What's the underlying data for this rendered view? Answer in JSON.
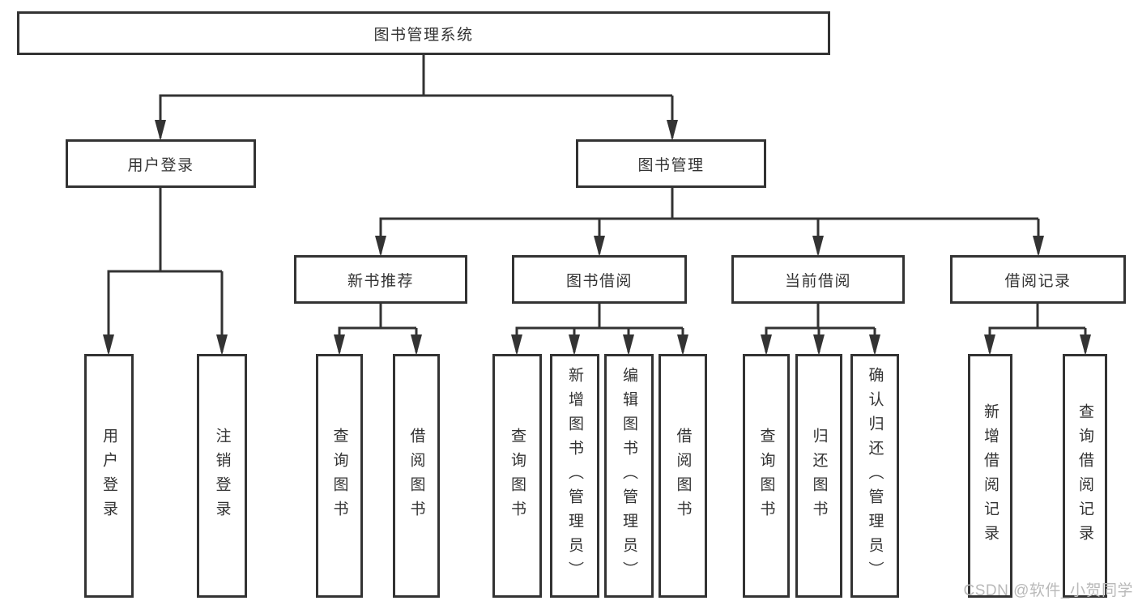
{
  "diagram": {
    "type": "hierarchy-chart",
    "line_color": "#333333",
    "box_background": "#ffffff",
    "text_color": "#333333"
  },
  "tree": {
    "root": {
      "label": "图书管理系统",
      "children": [
        {
          "label": "用户登录",
          "children": [
            {
              "label": "用户登录"
            },
            {
              "label": "注销登录"
            }
          ]
        },
        {
          "label": "图书管理",
          "children": [
            {
              "label": "新书推荐",
              "children": [
                {
                  "label": "查询图书"
                },
                {
                  "label": "借阅图书"
                }
              ]
            },
            {
              "label": "图书借阅",
              "children": [
                {
                  "label": "查询图书"
                },
                {
                  "label": "新增图书（管理员）"
                },
                {
                  "label": "编辑图书（管理员）"
                },
                {
                  "label": "借阅图书"
                }
              ]
            },
            {
              "label": "当前借阅",
              "children": [
                {
                  "label": "查询图书"
                },
                {
                  "label": "归还图书"
                },
                {
                  "label": "确认归还（管理员）"
                }
              ]
            },
            {
              "label": "借阅记录",
              "children": [
                {
                  "label": "新增借阅记录"
                },
                {
                  "label": "查询借阅记录"
                }
              ]
            }
          ]
        }
      ]
    }
  },
  "watermark": {
    "text": "CSDN @软件_小贺同学",
    "color": "#b9b9b9"
  }
}
